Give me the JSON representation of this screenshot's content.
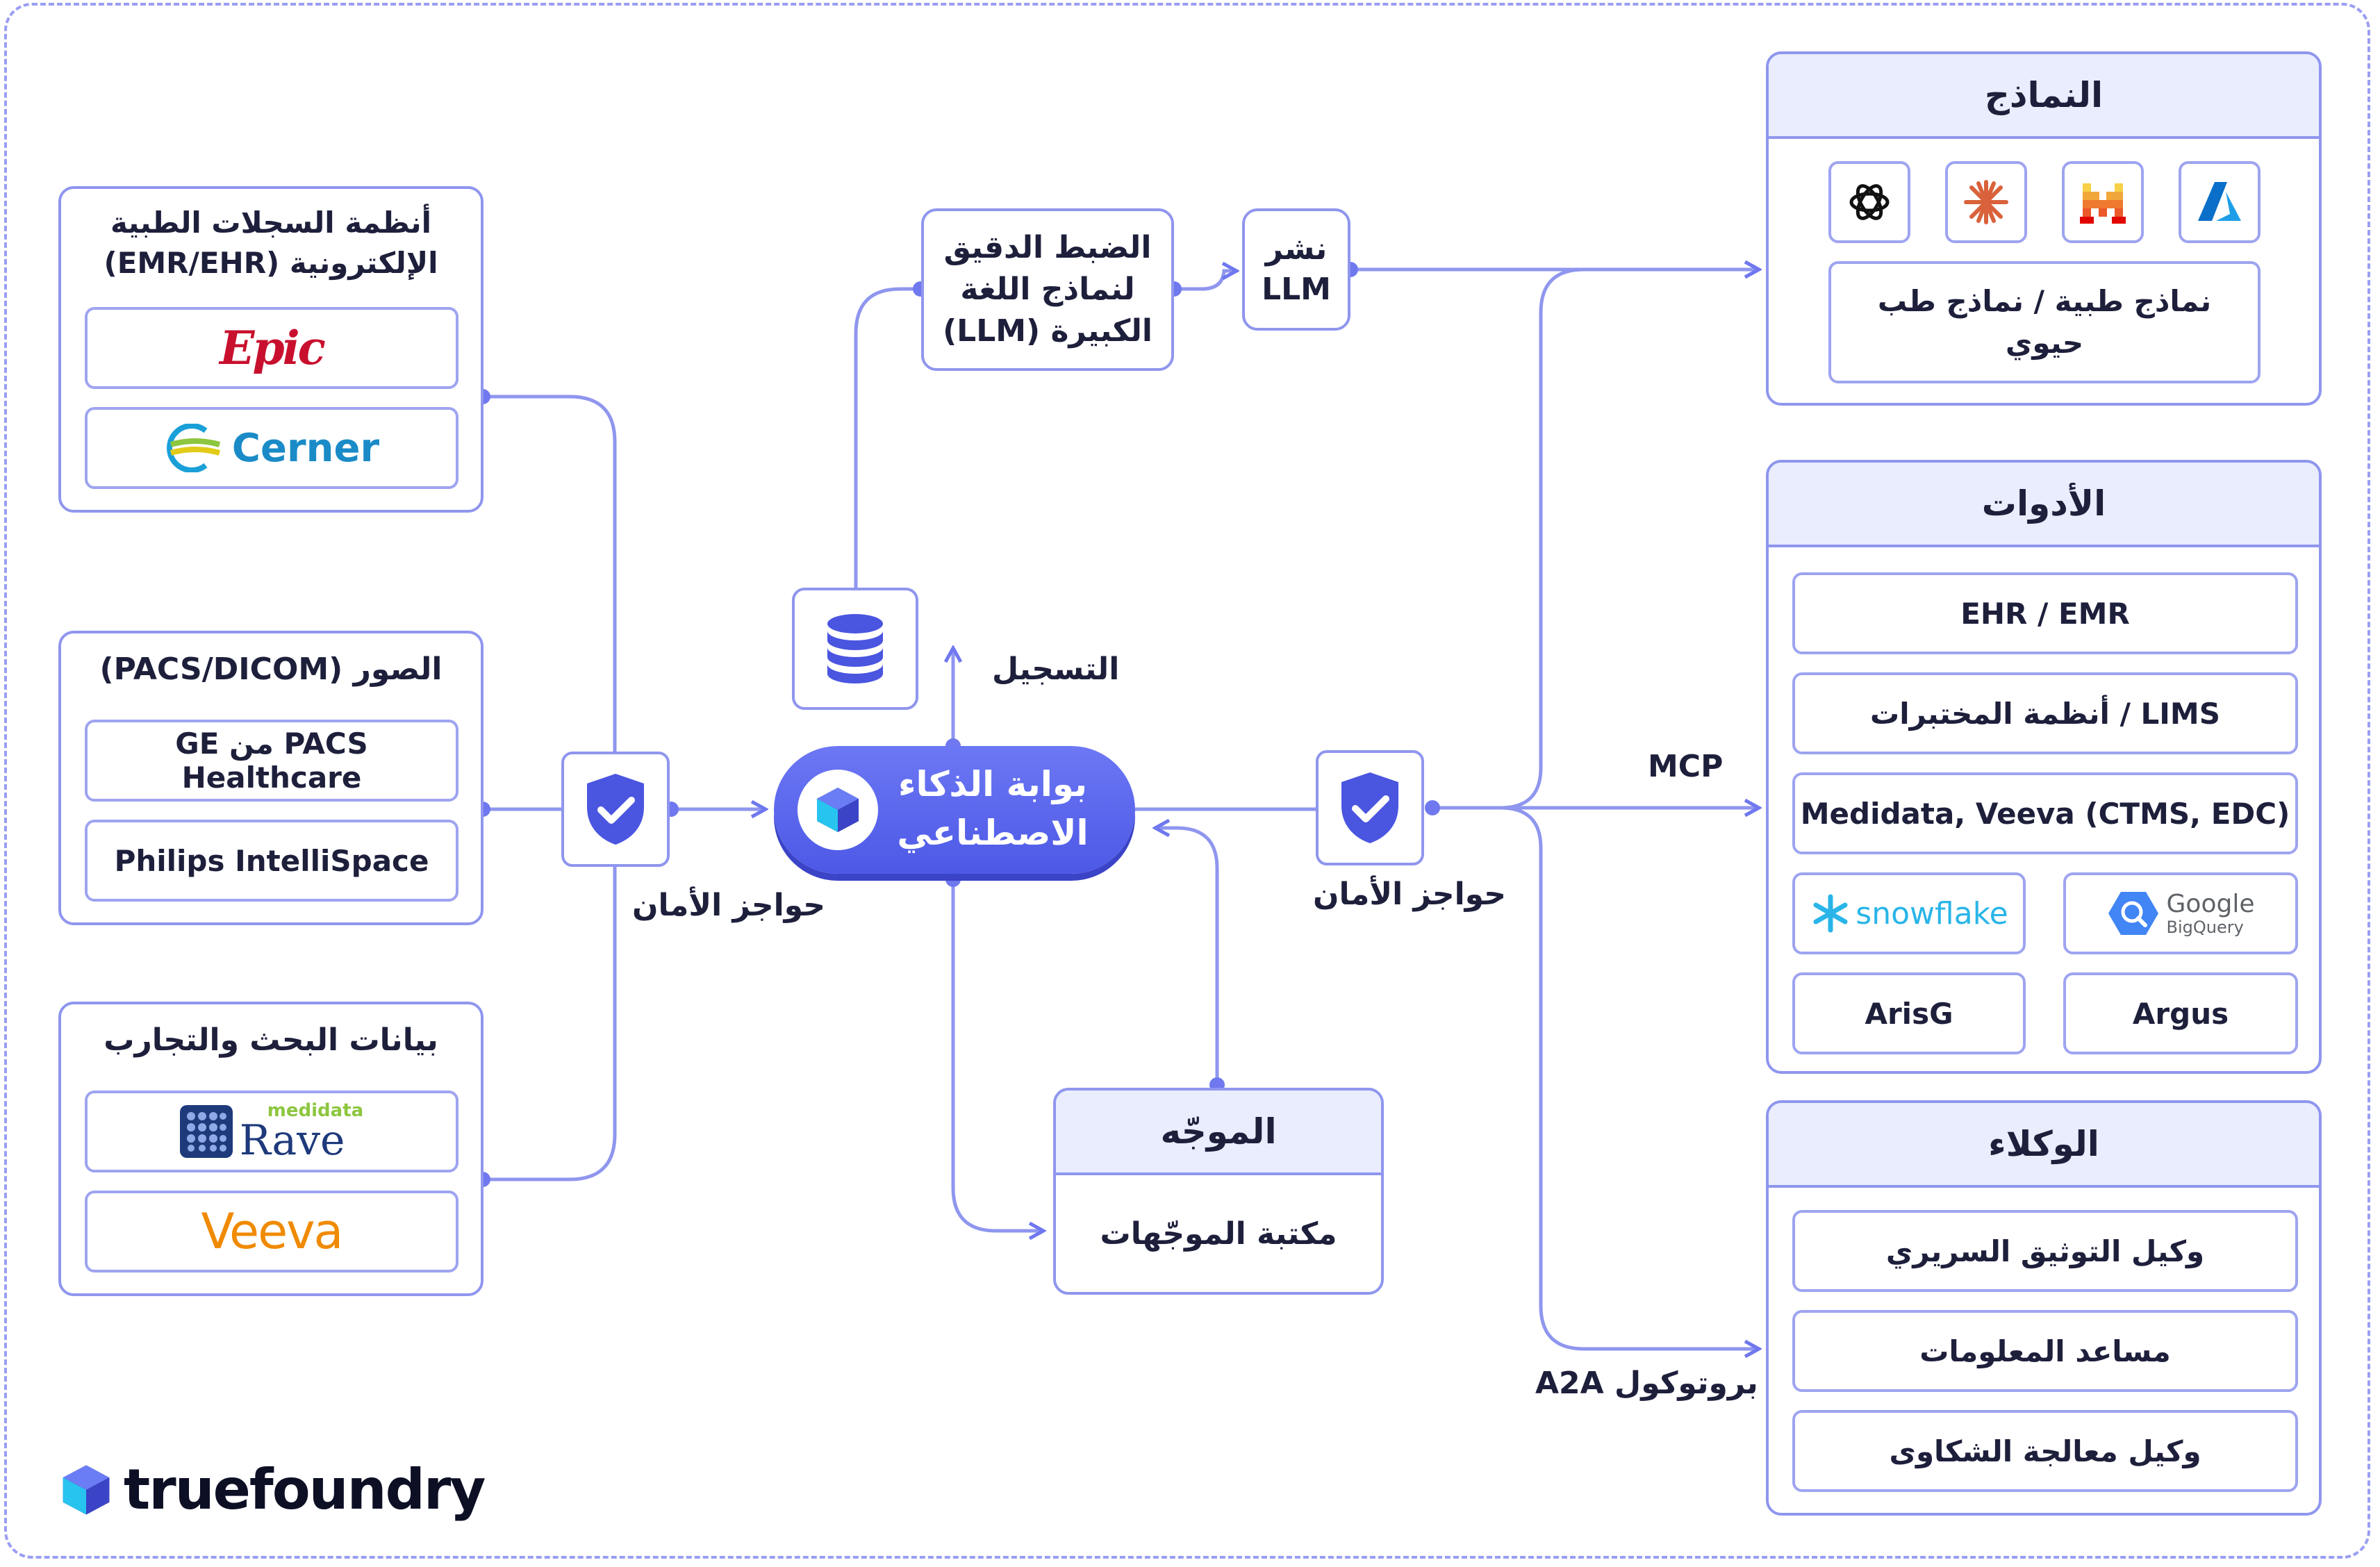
{
  "emr": {
    "title": "أنظمة السجلات الطبية الإلكترونية (EMR/EHR)",
    "items": [
      "Epic",
      "Cerner"
    ]
  },
  "imaging": {
    "title": "الصور (PACS/DICOM)",
    "items": [
      "PACS من GE Healthcare",
      "Philips IntelliSpace"
    ]
  },
  "research": {
    "title": "بيانات البحث والتجارب",
    "rave_small": "medidata",
    "rave_big": "Rave",
    "veeva": "Veeva"
  },
  "guardrails_left": "حواجز الأمان",
  "guardrails_right": "حواجز الأمان",
  "gateway_label": "بوابة الذكاء الاصطناعي",
  "logging_label": "التسجيل",
  "finetune_label": "الضبط الدقيق لنماذج اللغة الكبيرة (LLM)",
  "deploy_label": "نشر LLM",
  "prompt": {
    "title": "الموجّه",
    "library": "مكتبة الموجّهات"
  },
  "models": {
    "title": "النماذج",
    "icons": [
      "openai-icon",
      "anthropic-icon",
      "mistral-icon",
      "azure-icon"
    ],
    "medical": "نماذج طبية / نماذج طب حيوي"
  },
  "tools": {
    "title": "الأدوات",
    "items": [
      "EHR / EMR",
      "LIMS / أنظمة المختبرات",
      "Medidata, Veeva (CTMS, EDC)"
    ],
    "snowflake": "snowflake",
    "google": "Google",
    "bigquery": "BigQuery",
    "arisg": "ArisG",
    "argus": "Argus"
  },
  "agents": {
    "title": "الوكلاء",
    "items": [
      "وكيل التوثيق السريري",
      "مساعد المعلومات",
      "وكيل معالجة الشكاوى"
    ]
  },
  "mcp_label": "MCP",
  "a2a_label": "بروتوكول A2A",
  "brand": "truefoundry",
  "colors": {
    "accent": "#5b63ee",
    "border": "#8f96ee",
    "header": "#e9edfd"
  }
}
